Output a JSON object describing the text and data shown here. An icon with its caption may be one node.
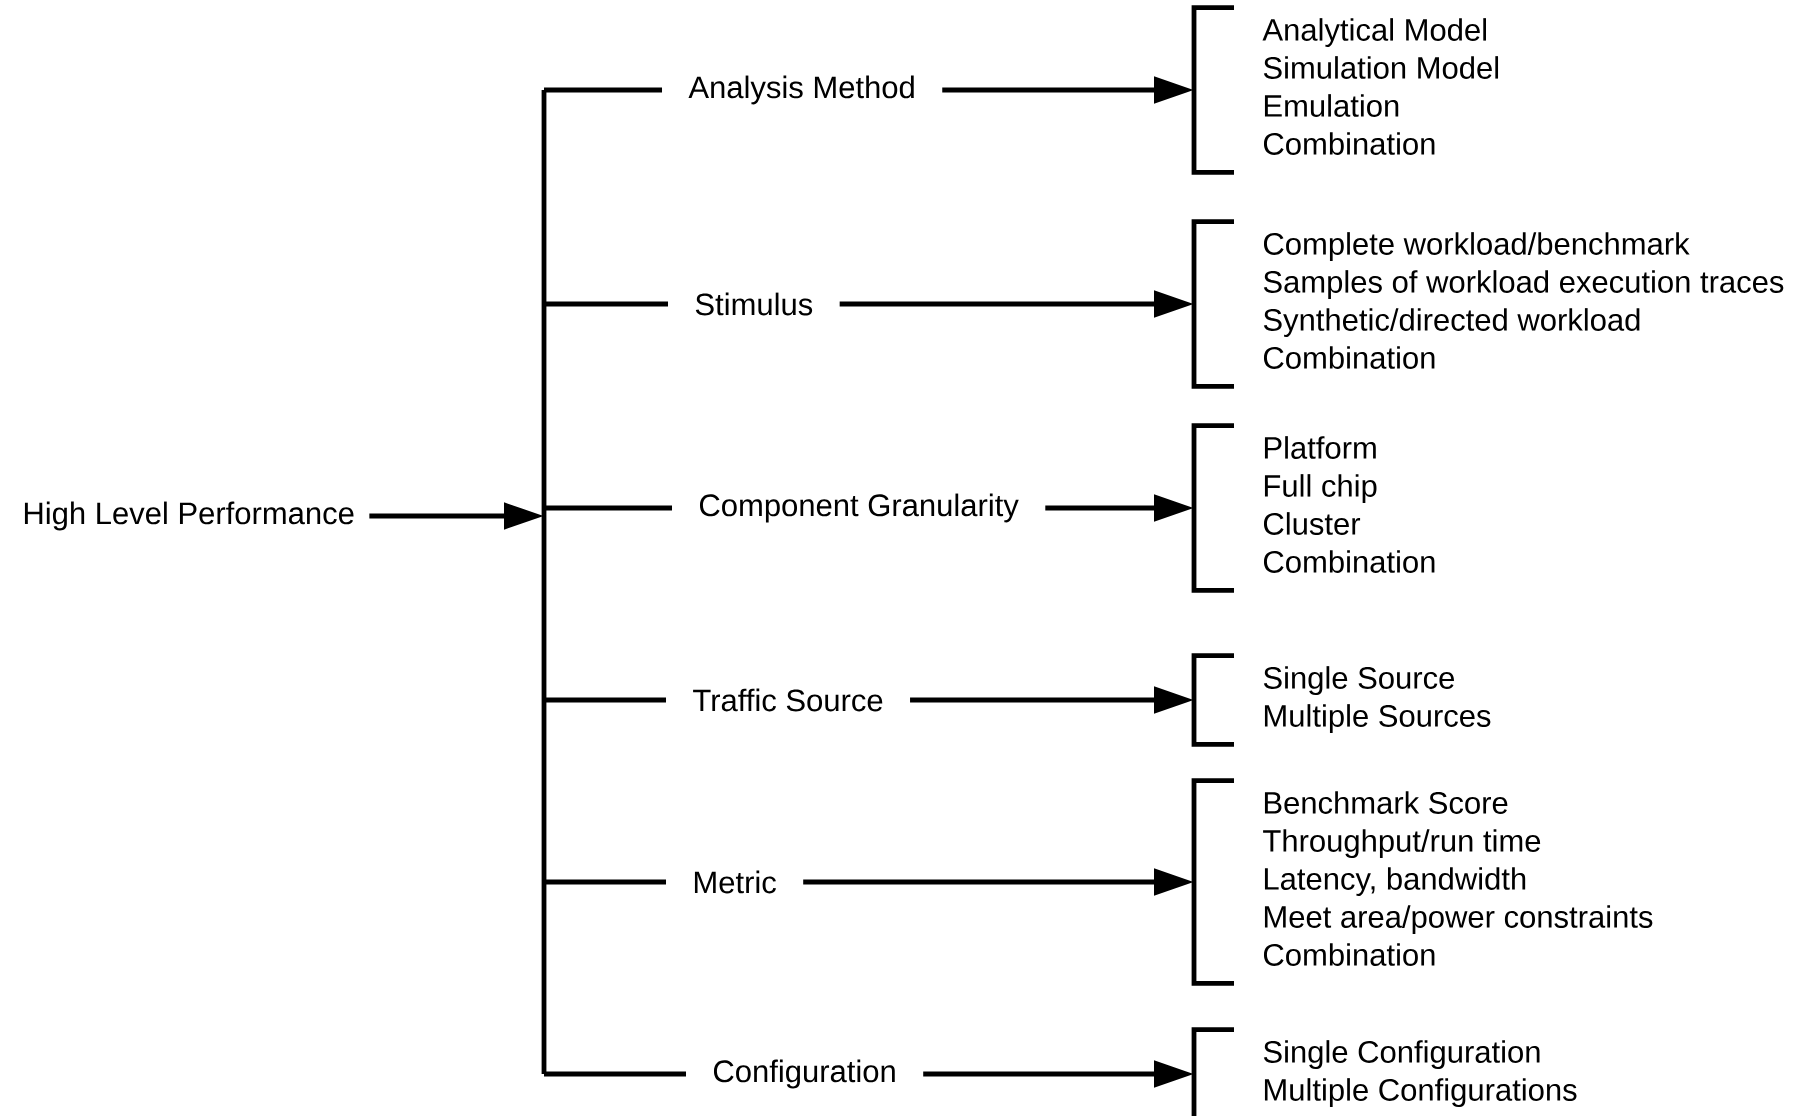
{
  "diagram": {
    "nodes": [
      {
        "text": [
          "High Level Performance"
        ]
      },
      {
        "text": [],
        "shape": "bar"
      },
      {
        "text": [
          "Analysis Method"
        ]
      },
      {
        "text": [
          "Analytical Model",
          "Simulation Model",
          "Emulation",
          "Combination"
        ]
      },
      {
        "text": [
          "Stimulus"
        ]
      },
      {
        "text": [
          "Complete workload/benchmark",
          "Samples of workload execution traces",
          "Synthetic/directed workload",
          "Combination"
        ]
      },
      {
        "text": [
          "Component Granularity"
        ]
      },
      {
        "text": [
          "Platform",
          "Full chip",
          "Cluster",
          "Combination"
        ]
      },
      {
        "text": [
          "Traffic Source"
        ]
      },
      {
        "text": [
          "Single Source",
          "Multiple Sources"
        ]
      },
      {
        "text": [
          "Metric"
        ]
      },
      {
        "text": [
          "Benchmark Score",
          "Throughput/run time",
          "Latency, bandwidth",
          "Meet area/power constraints",
          "Combination"
        ]
      },
      {
        "text": [
          "Configuration"
        ]
      },
      {
        "text": [
          "Single Configuration",
          "Multiple Configurations"
        ]
      }
    ],
    "edges": [
      {
        "from": 0,
        "to": 1,
        "arrow": "to"
      },
      {
        "from": 1,
        "to": 2,
        "arrow": "none"
      },
      {
        "from": 1,
        "to": 4,
        "arrow": "none"
      },
      {
        "from": 1,
        "to": 6,
        "arrow": "none"
      },
      {
        "from": 1,
        "to": 8,
        "arrow": "none"
      },
      {
        "from": 1,
        "to": 10,
        "arrow": "none"
      },
      {
        "from": 1,
        "to": 12,
        "arrow": "none"
      },
      {
        "from": 2,
        "to": 3,
        "arrow": "to"
      },
      {
        "from": 4,
        "to": 5,
        "arrow": "to"
      },
      {
        "from": 6,
        "to": 7,
        "arrow": "to"
      },
      {
        "from": 8,
        "to": 9,
        "arrow": "to"
      },
      {
        "from": 10,
        "to": 11,
        "arrow": "to"
      },
      {
        "from": 12,
        "to": 13,
        "arrow": "to"
      }
    ]
  }
}
